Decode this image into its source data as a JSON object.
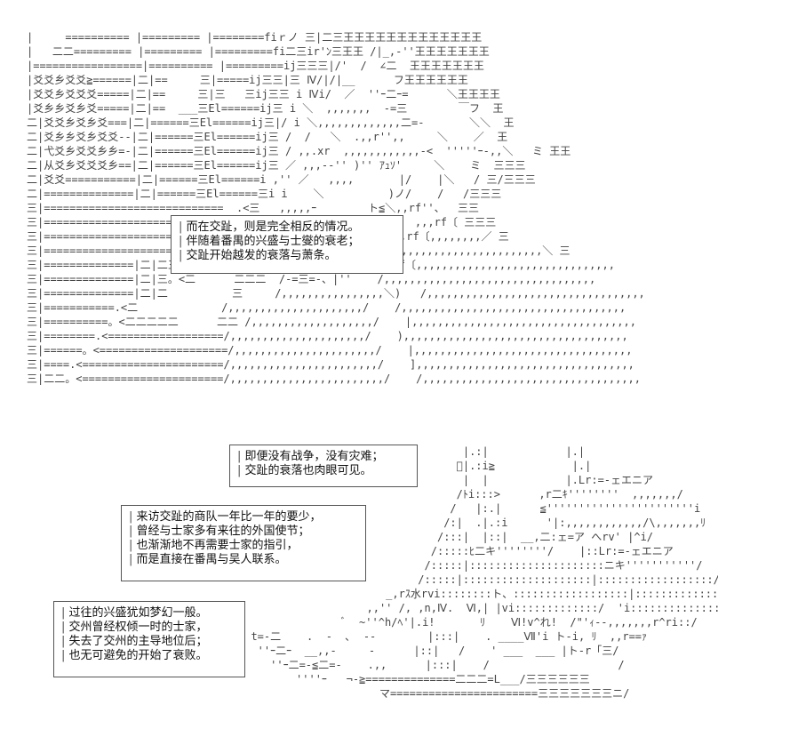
{
  "captions": {
    "c1": [
      "而在交趾，则是完全相反的情况。",
      "伴随着番禺的兴盛与士燮的衰老；",
      "交趾开始越发的衰落与萧条。"
    ],
    "c2": [
      "即便没有战争，没有灾难；",
      "交趾的衰落也肉眼可见。"
    ],
    "c3": [
      "来访交趾的商队一年比一年的要少，",
      "曾经与士家多有来往的外国使节；",
      "也渐渐地不再需要士家的指引，",
      "而是直接在番禺与吴人联系。"
    ],
    "c4": [
      "过往的兴盛犹如梦幻一般。",
      "交州曾经权倾一时的士家，",
      "失去了交州的主导地位后；",
      "也无可避免的开始了衰败。"
    ]
  },
  "art": {
    "top": [
      "|     ========== |========= |========fiｒノ 三|二三王王王王王王王王王王王王王",
      "|   二二========= |========= |=========fi二三ir'ﾝ三王王 /|_,-''王王王王王王王",
      "|=================|========== |=========ij三三三|/'  /  ∠二  王王王王王王王",
      "|爻爻乡爻爻≧======|二|==     三|=====ij三三|三 Ⅳ/|/|__      フ王王王王王王",
      "|爻爻乡爻爻爻=====|二|==     三|三   三ij三三 i Ⅳi/  ／  ''ｰ二ｰ=      ＼王王王王",
      "|爻乡乡爻乡爻=====|二|==  ___三El======ij三 i ＼  ,,,,,,,  -=三        ￣フ  王",
      "二|爻爻乡爻乡爻===|二|======三El======ij三|/ i ＼,,,,,,,,,,,,,二=-       ＼＼  王",
      "二|爻乡乡爻乡爻爻--|二|======三El======ij三 /  /   ＼  .,,r'',,     ＼    ／  王",
      "二|弋爻乡爻爻乡乡=-|二|======三El======ij三 / ,,.xr  ,,,,,,,,,,,,-<  '''''ｰ-,,＼   ミ 王王",
      "二|从爻乡爻爻爻乡==|二|======三El======ij三 ／ ,,,--'' )'' ｱｭｿ'     ＼    ミ  三三三",
      "二|爻爻===========|二|======三El======i ,'' ／   ,,,,       |/    |＼   / 三/三三三",
      "二|==============|二|======三El======三i i    ＼          )ノ/    /   /三三三",
      "三|============================  .<三   ,,,,,ｰ        ト≦＼,,rf''、  三三",
      "三|===========================  ／    ,,,ｰ--    ＿)     ノ    ,,,rf〔 三三三",
      "三|==========================   ／        ヽ)ノ ノ,,ｰ-''   ,,rf〔,,,,,,,,／ 三",
      "三|=========================    /         /  ,,,,,,,,rf〔,,,,,,,,,,,,,,,,,,,,,,,,＼ 三",
      "三|==============|二|二三三.<==========ｒ--.    ,,,'''''|,,rf〔,,,,,,,,,,,,,,,,,,,,,,,,,,,,,,,",
      "三|==============|二|三。<二      二二二  /-=三=-、|''    /,,,,,,,,,,,,,,,,,,,,,,,,,,,,,,,,,",
      "三|==============|二|二          三     /,,,,,,,,,,,,,,,,＼)   /,,,,,,,,,,,,,,,,,,,,,,,,,,,,,,,,,,",
      "三|===========.<二             /,,,,,,,,,,,,,,,,,,,,,/    /,,,,,,,,,,,,,,,,,,,,,,,,,,,,,,,,,,,",
      "三|==========。<二二二二二      二二 /,,,,,,,,,,,,,,,,,,,/    |,,,,,,,,,,,,,,,,,,,,,,,,,,,,,,,,,,,",
      "三|========.<==================/,,,,,,,,,,,,,,,,,,,,,/    ),,,,,,,,,,,,,,,,,,,,,,,,,,,,,,,,,,,",
      "三|======。<====================/,,,,,,,,,,,,,,,,,,,,,,/    |,,,,,,,,,,,,,,,,,,,,,,,,,,,,,,,,,,",
      "三|====.<======================/,,,,,,,,,,,,,,,,,,,,,,,/    ],,,,,,,,,,,,,,,,,,,,,,,,,,,,,,,,,,",
      "三|二二。<======================/,,,,,,,,,,,,,,,,,,,,,,,,/    /,,,,,,,,,,,,,,,,,,,,,,,,,,,,,,,,,,"
    ],
    "ship": [
      "                                   |.:|            |.|",
      "                                  ﾞ|.:i≧            |.|",
      "                                   |  |            |.Lr:=-ェエニア",
      "                                  /ﾄi:::>      ,r二ｷ''''''''  ,,,,,,,/",
      "                                 /   |:.|      ≦'''''''''''''''''''''''i",
      "                                /:|  .|.:i      '|:,,,,,,,,,,,,/\\,,,,,,,ﾘ",
      "                               /:::|  |::|  __,二:ェ=ア へrv' |^i/",
      "                              /:::::ﾋ二キ''''''''/    |::Lr:=-ェエニア",
      "                             /:::::|:::::::::::::::::::::ニキ'''''''''''/",
      "                            /:::::|::::::::::::::::::::|::::::::::::::::::/",
      "                       _,rｽ水rvi::::::::ト、::::::::::::::::::|:::::::::::::::::::::::{",
      "                    ,,'' /, ,n,Ⅳ.  Ⅵ,| |vi:::::::::::::/  'i:::::::::::::::::::::rv'",
      "                ﾞ  ~''^h/ﾍ'|.i!       ﾘ    Ⅵ!v^れ!  /\"'ｨ--,,,,,,,r^ri::/",
      "  t=-二    .  -  ､  --        |:::|    . ____Ⅶ'i ト-i, ﾘ  ,,r==ｧ",
      "   ''ｰ二ｰ  __,,-     -      |::|   /    ' ___  ___ |ト-r「三/",
      "     ''ｰ二=-≦二=-    .,,      |:::|    /                    /",
      "         ''''ｰ   ¬-≧==============二二二=L___/三三三三三三",
      "                      マ=======================三三三三三三三ニ/"
    ]
  }
}
